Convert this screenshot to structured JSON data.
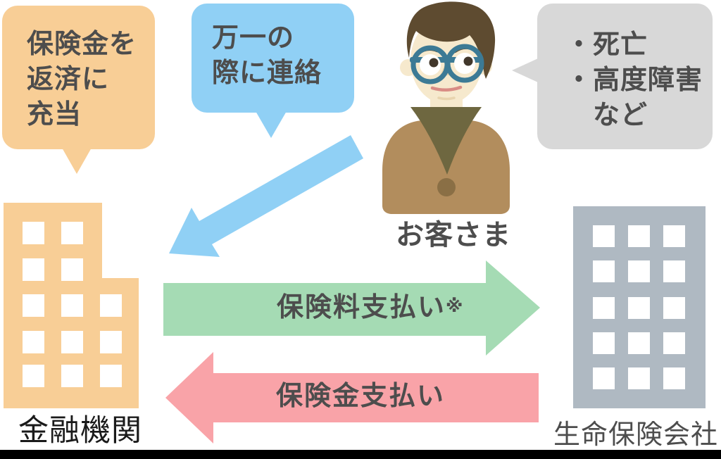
{
  "bubbles": {
    "repayment": {
      "text": "保険金を\n返済に\n充当",
      "bg": "#F8CE96"
    },
    "emergency": {
      "text": "万一の\n際に連絡",
      "bg": "#90D0F5"
    },
    "events": {
      "text": "・死亡\n・高度障害\n　など",
      "bg": "#D8D8D8"
    }
  },
  "labels": {
    "customer": "お客さま",
    "bank": "金融機関",
    "insurer": "生命保険会社"
  },
  "arrows": {
    "premium": {
      "label": "保険料支払い",
      "note_mark": "※",
      "color": "#A5DBB4",
      "direction": "right",
      "from": "お客さま",
      "to": "生命保険会社"
    },
    "claim": {
      "label": "保険金支払い",
      "color": "#F9A3A8",
      "direction": "left",
      "from": "生命保険会社",
      "to": "金融機関"
    },
    "contact": {
      "color": "#90D0F5",
      "direction": "down-left",
      "from": "お客さま",
      "to": "金融機関"
    }
  },
  "colors": {
    "bank_building": "#F8CE96",
    "insurer_building": "#AFB9C2",
    "bubble_gray": "#D8D8D8",
    "text_dark": "#4D4D4D",
    "footer_bar": "#000000"
  }
}
